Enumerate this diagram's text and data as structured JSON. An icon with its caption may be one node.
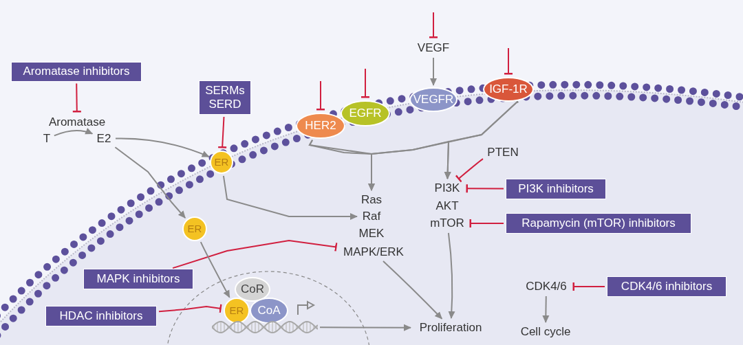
{
  "diagram": {
    "nodes": [
      {
        "text": [
          "Aromatase inhibitors"
        ]
      },
      {
        "text": [
          "Aromatase"
        ]
      },
      {
        "text": [
          "T"
        ]
      },
      {
        "text": [
          "E2"
        ]
      },
      {
        "text": [
          "SERMs SERD"
        ]
      },
      {
        "text": [
          "ER"
        ]
      },
      {
        "text": [
          "HER2"
        ]
      },
      {
        "text": [
          "EGFR"
        ]
      },
      {
        "text": [
          "VEGF"
        ]
      },
      {
        "text": [
          "VEGFR"
        ]
      },
      {
        "text": [
          "IGF-1R"
        ]
      },
      {
        "text": [
          "PTEN"
        ]
      },
      {
        "text": [
          "Ras"
        ]
      },
      {
        "text": [
          "Raf"
        ]
      },
      {
        "text": [
          "MEK"
        ]
      },
      {
        "text": [
          "MAPK/ERK"
        ]
      },
      {
        "text": [
          "PI3K"
        ]
      },
      {
        "text": [
          "AKT"
        ]
      },
      {
        "text": [
          "mTOR"
        ]
      },
      {
        "text": [
          "PI3K inhibitors"
        ]
      },
      {
        "text": [
          "Rapamycin (mTOR) inhibitors"
        ]
      },
      {
        "text": [
          "ER"
        ]
      },
      {
        "text": [
          "MAPK inhibitors"
        ]
      },
      {
        "text": [
          "HDAC inhibitors"
        ]
      },
      {
        "text": [
          "CoR"
        ]
      },
      {
        "text": [
          "ER"
        ]
      },
      {
        "text": [
          "CoA"
        ]
      },
      {
        "text": [],
        "shape": "picture"
      },
      {
        "text": [
          "Proliferation"
        ]
      },
      {
        "text": [
          "CDK4/6"
        ]
      },
      {
        "text": [
          "CDK4/6 inhibitors"
        ]
      },
      {
        "text": [
          "Cell cycle"
        ]
      }
    ],
    "edges": [
      {
        "from": 0,
        "to": 1,
        "arrow": "other",
        "color": "#d11f3f"
      },
      {
        "from": 2,
        "to": 3,
        "arrow": "to"
      },
      {
        "from": 3,
        "to": 5,
        "arrow": "to"
      },
      {
        "from": 3,
        "to": 21,
        "arrow": "to"
      },
      {
        "from": 4,
        "to": 5,
        "arrow": "other",
        "color": "#d11f3f"
      },
      {
        "from": null,
        "to": 6,
        "arrow": "other",
        "color": "#d11f3f"
      },
      {
        "from": null,
        "to": 7,
        "arrow": "other",
        "color": "#d11f3f"
      },
      {
        "from": null,
        "to": 8,
        "arrow": "other",
        "color": "#d11f3f"
      },
      {
        "from": 8,
        "to": 9,
        "arrow": "to"
      },
      {
        "from": null,
        "to": 10,
        "arrow": "other",
        "color": "#d11f3f"
      },
      {
        "from": 6,
        "to": 12,
        "arrow": "to"
      },
      {
        "from": 6,
        "to": 16,
        "arrow": "to"
      },
      {
        "from": 10,
        "to": 12,
        "arrow": "to"
      },
      {
        "from": 10,
        "to": 16,
        "arrow": "to"
      },
      {
        "from": 11,
        "to": 16,
        "arrow": "other",
        "color": "#d11f3f"
      },
      {
        "from": 19,
        "to": 16,
        "arrow": "other",
        "color": "#d11f3f"
      },
      {
        "from": 20,
        "to": 18,
        "arrow": "other",
        "color": "#d11f3f"
      },
      {
        "from": 5,
        "to": 13,
        "arrow": "to"
      },
      {
        "from": 22,
        "to": 15,
        "arrow": "other",
        "color": "#d11f3f"
      },
      {
        "from": 21,
        "to": 25,
        "arrow": "to"
      },
      {
        "from": 23,
        "to": 25,
        "arrow": "other",
        "color": "#d11f3f"
      },
      {
        "from": 27,
        "to": 28,
        "arrow": "to"
      },
      {
        "from": 15,
        "to": 28,
        "arrow": "to"
      },
      {
        "from": 18,
        "to": 28,
        "arrow": "to"
      },
      {
        "from": 30,
        "to": 29,
        "arrow": "other",
        "color": "#d11f3f"
      },
      {
        "from": 29,
        "to": 31,
        "arrow": "to"
      }
    ]
  }
}
